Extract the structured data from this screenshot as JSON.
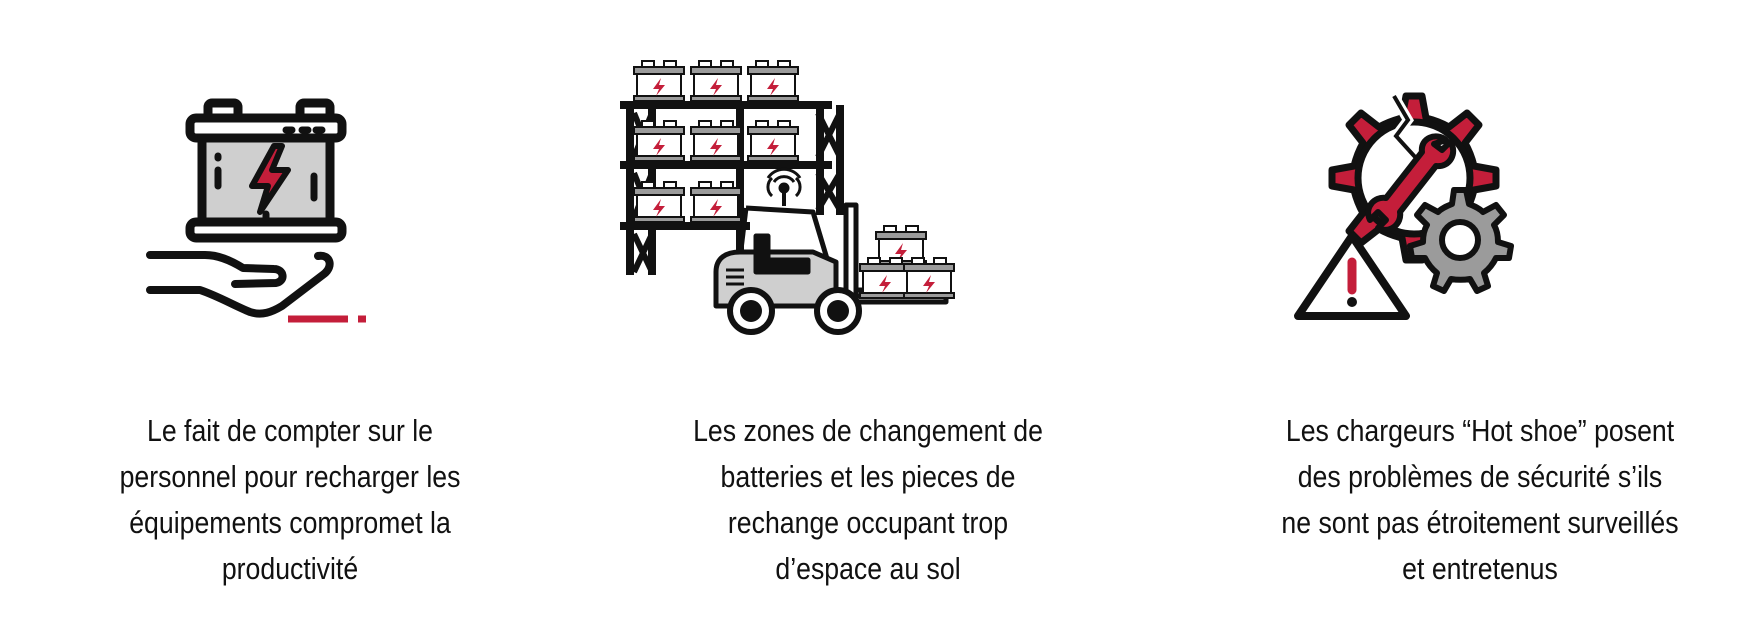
{
  "colors": {
    "accent": "#C41E3A",
    "outline": "#111111",
    "fill_grey": "#CFCFCF"
  },
  "features": [
    {
      "icon": "battery-in-hand-icon",
      "caption_lines": [
        "Le fait de compter sur le",
        "personnel pour recharger les",
        "équipements compromet la",
        "productivité"
      ]
    },
    {
      "icon": "battery-rack-forklift-icon",
      "caption_lines": [
        "Les zones de changement de",
        "batteries et les pieces de",
        "rechange occupant trop",
        "d’espace au sol"
      ]
    },
    {
      "icon": "broken-gear-wrench-warning-icon",
      "caption_lines": [
        "Les chargeurs “Hot shoe” posent",
        "des problèmes de sécurité s’ils",
        "ne sont pas étroitement surveillés",
        "et entretenus"
      ]
    }
  ]
}
